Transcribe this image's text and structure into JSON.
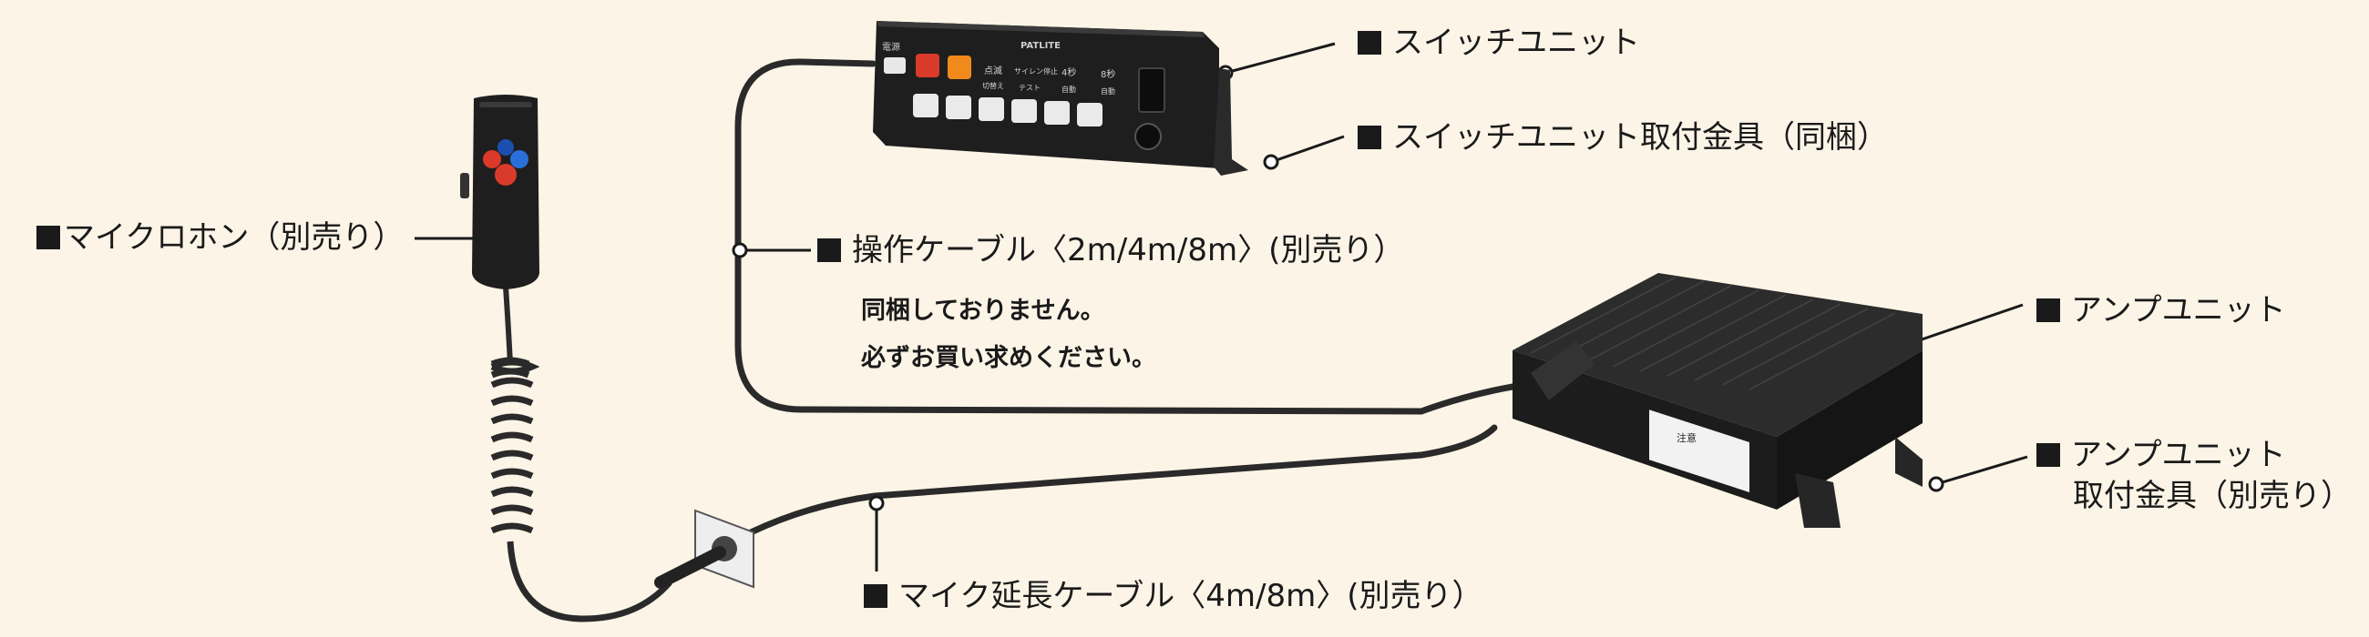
{
  "labels": {
    "switch_unit": "スイッチユニット",
    "switch_bracket": "スイッチユニット取付金具（同梱）",
    "microphone": "マイクロホン（別売り）",
    "cable": "操作ケーブル〈2m/4m/8m〉(別売り）",
    "cable_note_1": "同梱しておりません。",
    "cable_note_2": "必ずお買い求めください。",
    "amp_unit": "アンプユニット",
    "amp_bracket_1": "アンプユニット",
    "amp_bracket_2": "取付金具（別売り）",
    "mic_ext_cable": "マイク延長ケーブル〈4m/8m〉(別売り）"
  },
  "switch_panel": {
    "brand": "PATLITE",
    "power": "電源",
    "keys": [
      "点滅",
      "サイレン停止",
      "4秒",
      "8秒"
    ],
    "subkeys": [
      "切替え",
      "テスト",
      "自動",
      "自動"
    ]
  },
  "amp_panel": {
    "caution": "注意"
  },
  "colors": {
    "background": "#fcf4e6",
    "device": "#1e1e1e",
    "line": "#1a1a1a"
  }
}
